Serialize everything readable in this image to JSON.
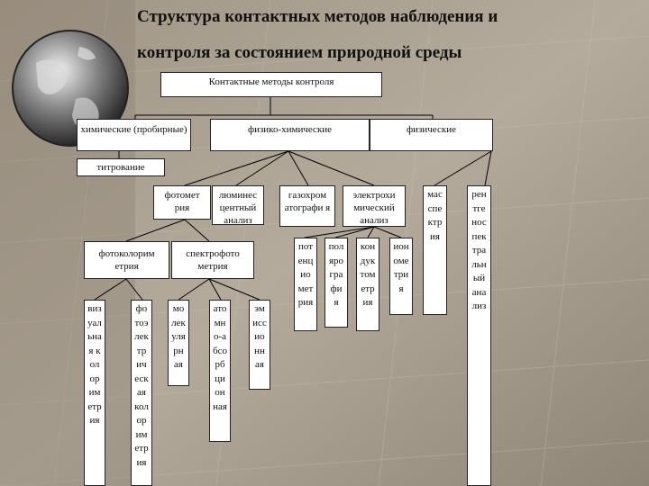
{
  "title_line1": "Структура контактных методов наблюдения и",
  "title_line2": "контроля за состоянием природной среды",
  "nodes": {
    "root": "Контактные методы контроля",
    "chemical": "химические (пробирные)",
    "physchem": "физико-химические",
    "physical": "физические",
    "titration": "титрование",
    "photometry": "фотомет рия",
    "luminescent": "люминес центный анализ",
    "gaschrom": "газохром атографи я",
    "electrochem": "электрохи мический анализ",
    "massspec": "масспектрия",
    "xray": "рентгеноспектральный анализ",
    "photocolorimetry": "фотоколорим етрия",
    "spectrophotometry": "спектрофото метрия",
    "visual_colorimetry": "визуальная колориметрия",
    "photoelectric": "фотоэлектрическая колориметрия",
    "molecular": "молекулярная",
    "atomic_absorption": "атомно-абсорбционная",
    "emission": "эмиссионная",
    "potentiometry": "потенциометрия",
    "polarography": "полярография",
    "conductometry": "кондуктометрия",
    "ionometry": "ионометрия"
  },
  "colors": {
    "bg": "#a89f8f",
    "box_fill": "#ffffff",
    "line": "#000000"
  }
}
